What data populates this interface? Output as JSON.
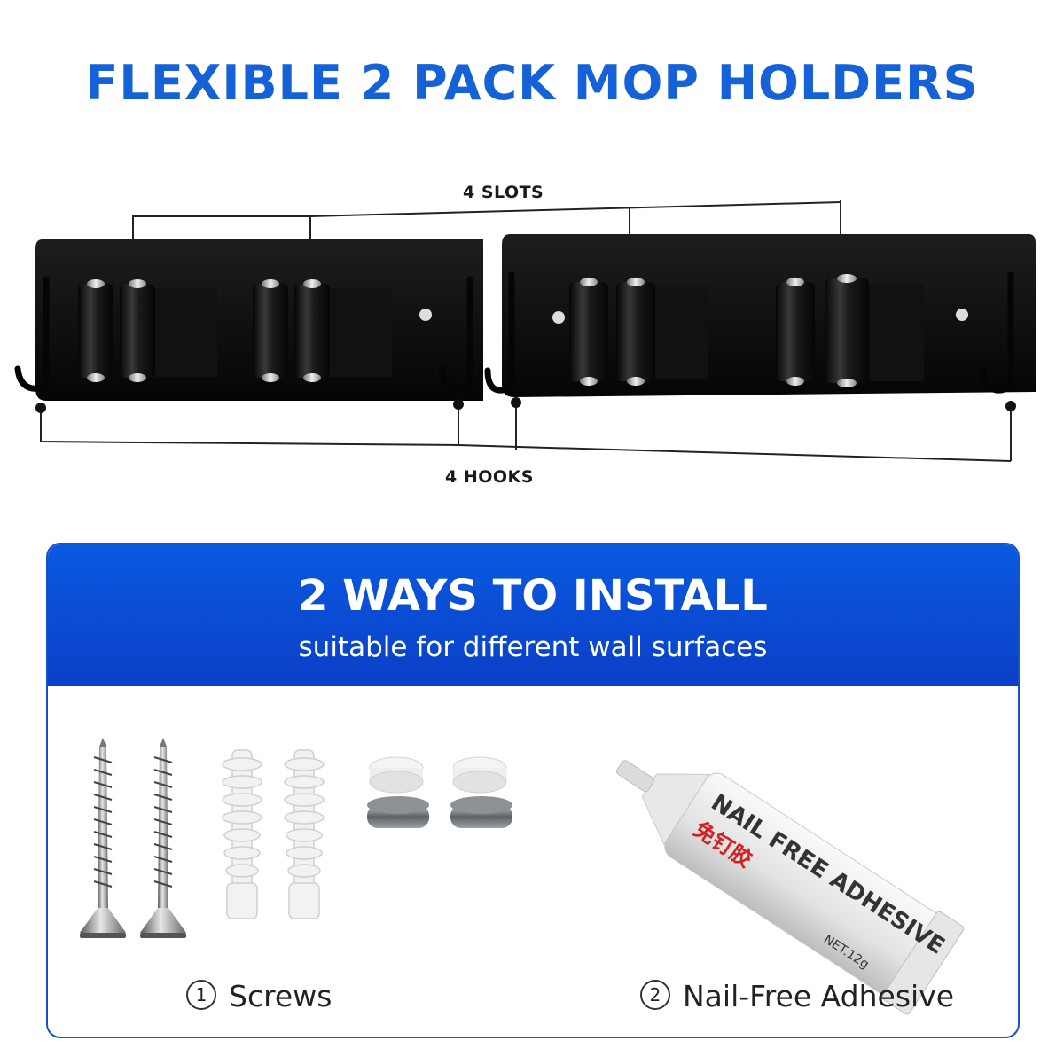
{
  "title": "FLEXIBLE 2 PACK MOP HOLDERS",
  "dimensions": {
    "slots_label": "4 SLOTS",
    "hooks_label": "4 HOOKS"
  },
  "install": {
    "title": "2 WAYS TO INSTALL",
    "subtitle": "suitable for different wall surfaces",
    "option1": {
      "number": "1",
      "label": "Screws"
    },
    "option2": {
      "number": "2",
      "label": "Nail-Free Adhesive"
    }
  },
  "adhesive_tube": {
    "brand_text": "NAIL FREE ADHESIVE",
    "chinese_text": "免钉胶",
    "net_weight": "NET.12g"
  },
  "colors": {
    "brand_blue": "#1461d8",
    "header_blue": "#0b4fd6",
    "holder_black": "#0c0c0c"
  }
}
